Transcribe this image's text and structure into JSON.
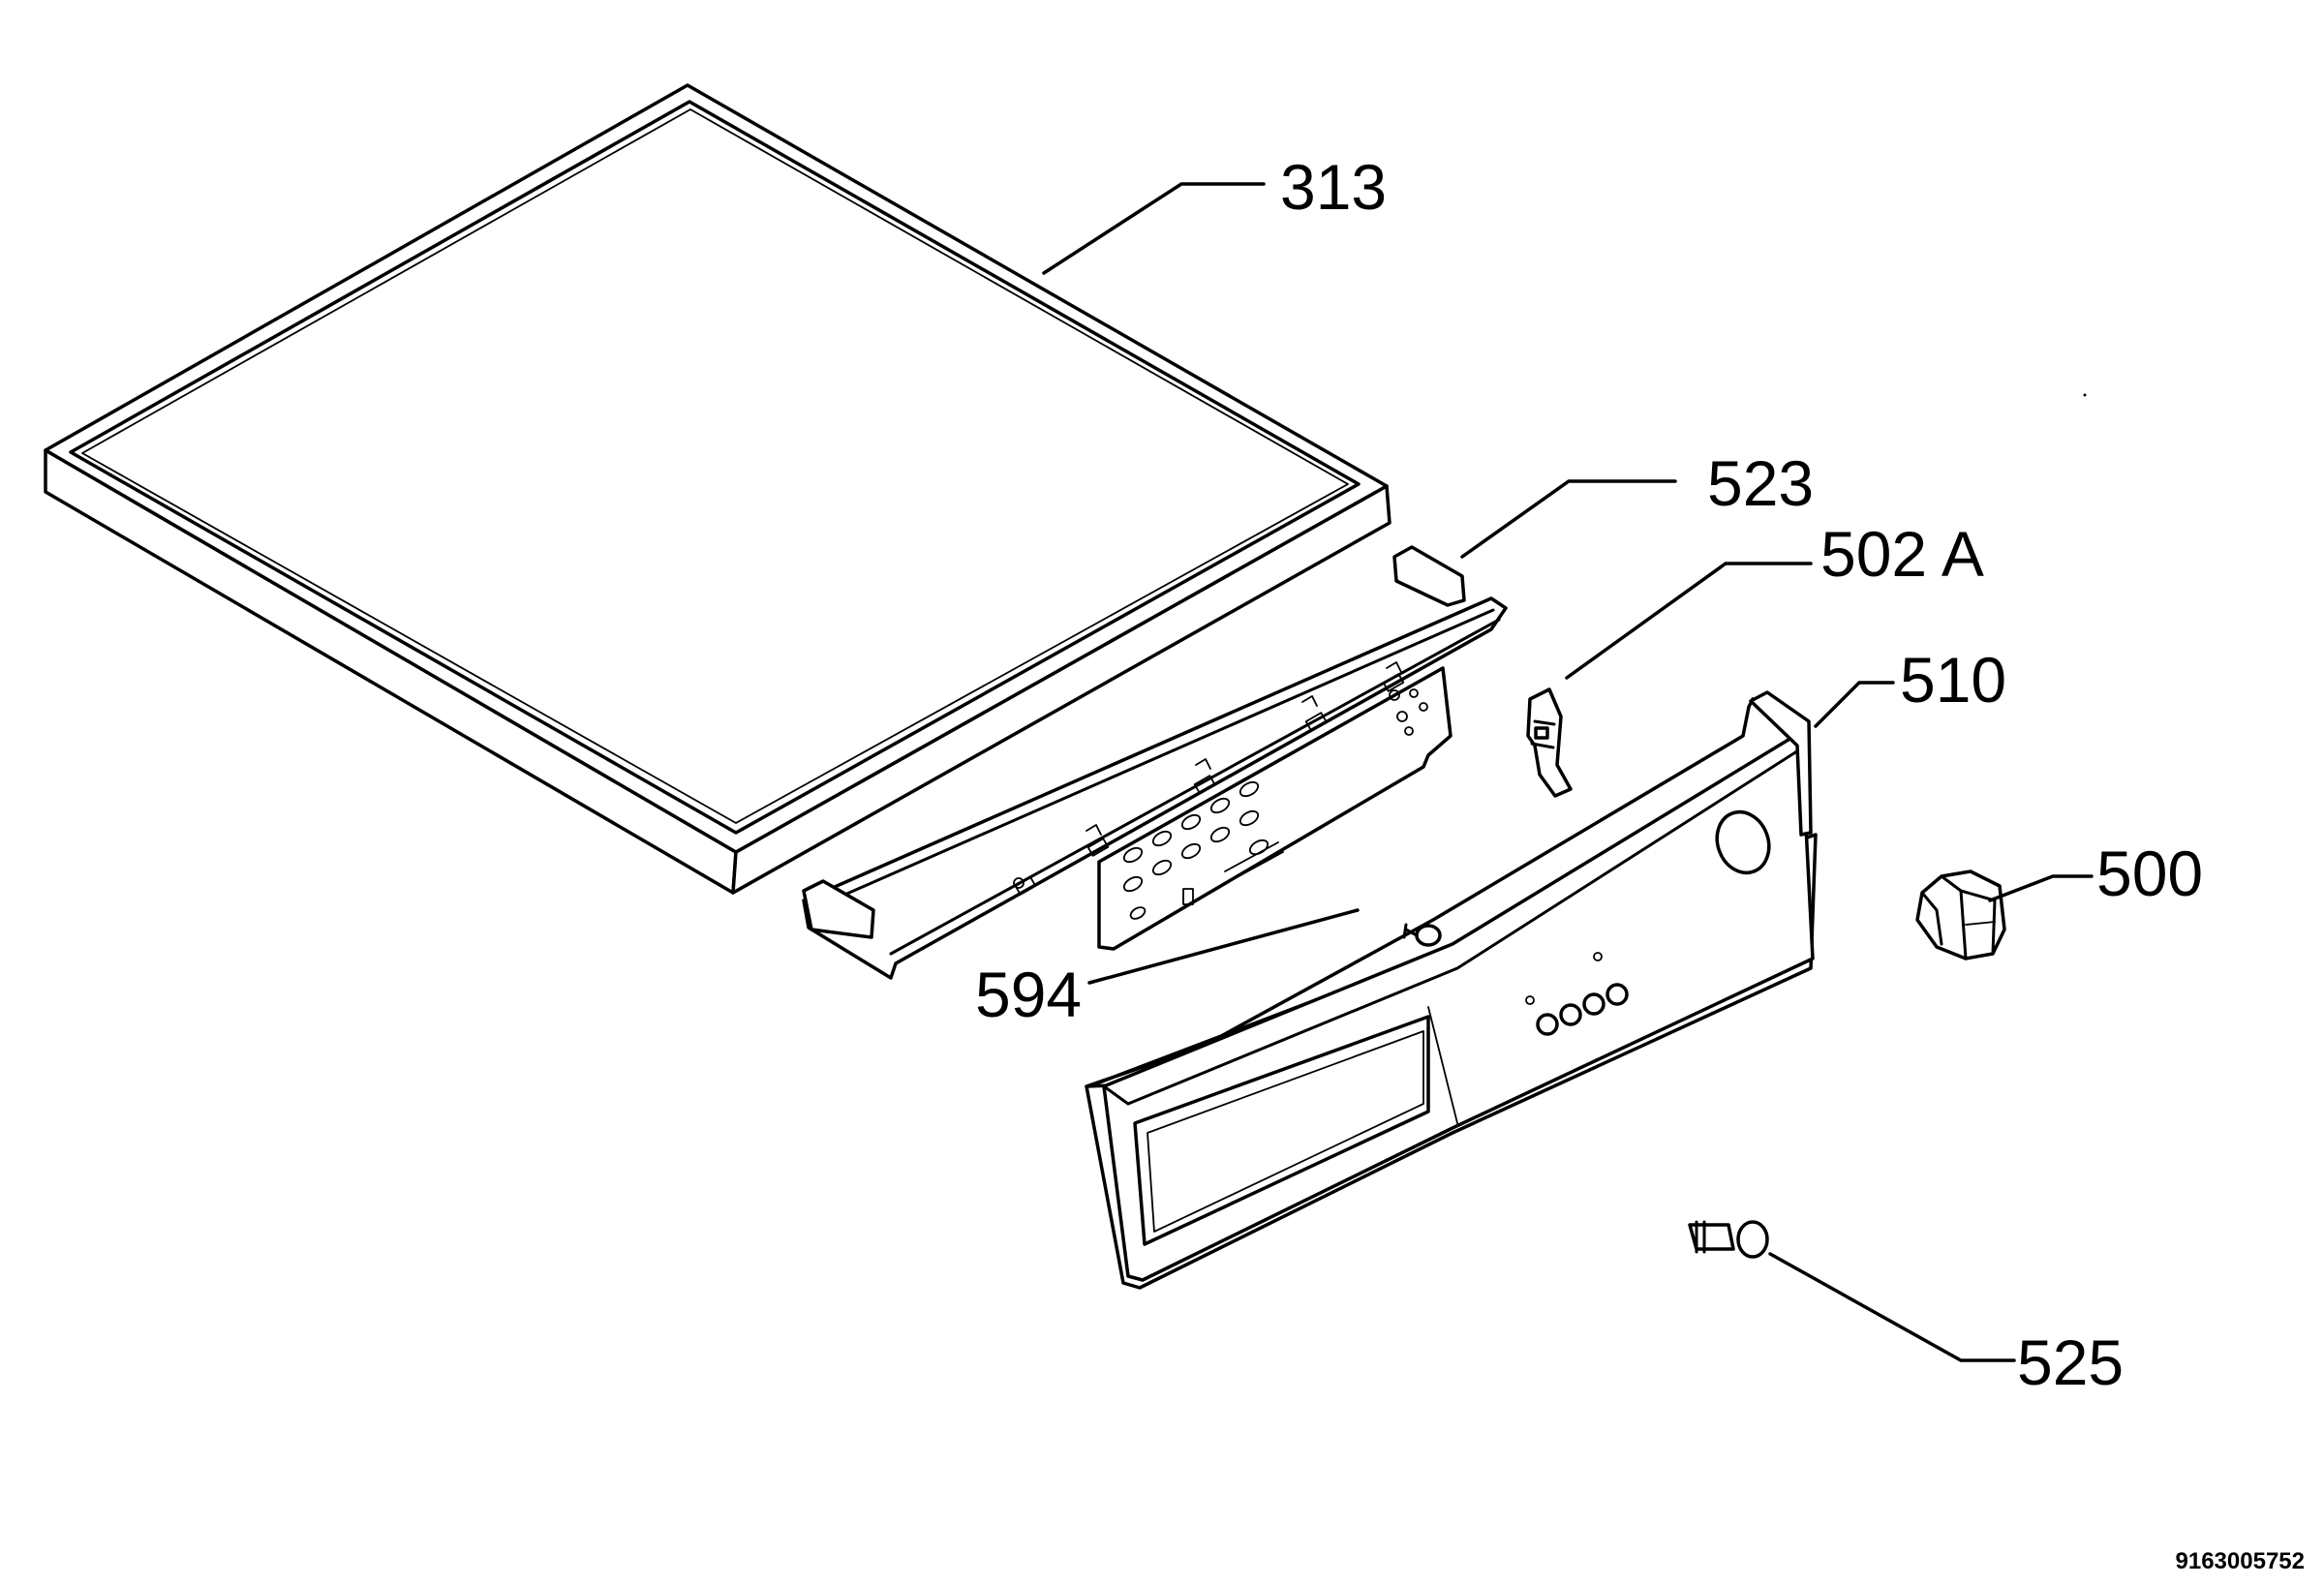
{
  "diagram": {
    "callouts": [
      {
        "id": "313",
        "label": "313"
      },
      {
        "id": "523",
        "label": "523"
      },
      {
        "id": "502A",
        "label": "502 A"
      },
      {
        "id": "510",
        "label": "510"
      },
      {
        "id": "500",
        "label": "500"
      },
      {
        "id": "594",
        "label": "594"
      },
      {
        "id": "525",
        "label": "525"
      }
    ],
    "document_number": "9163005752"
  }
}
